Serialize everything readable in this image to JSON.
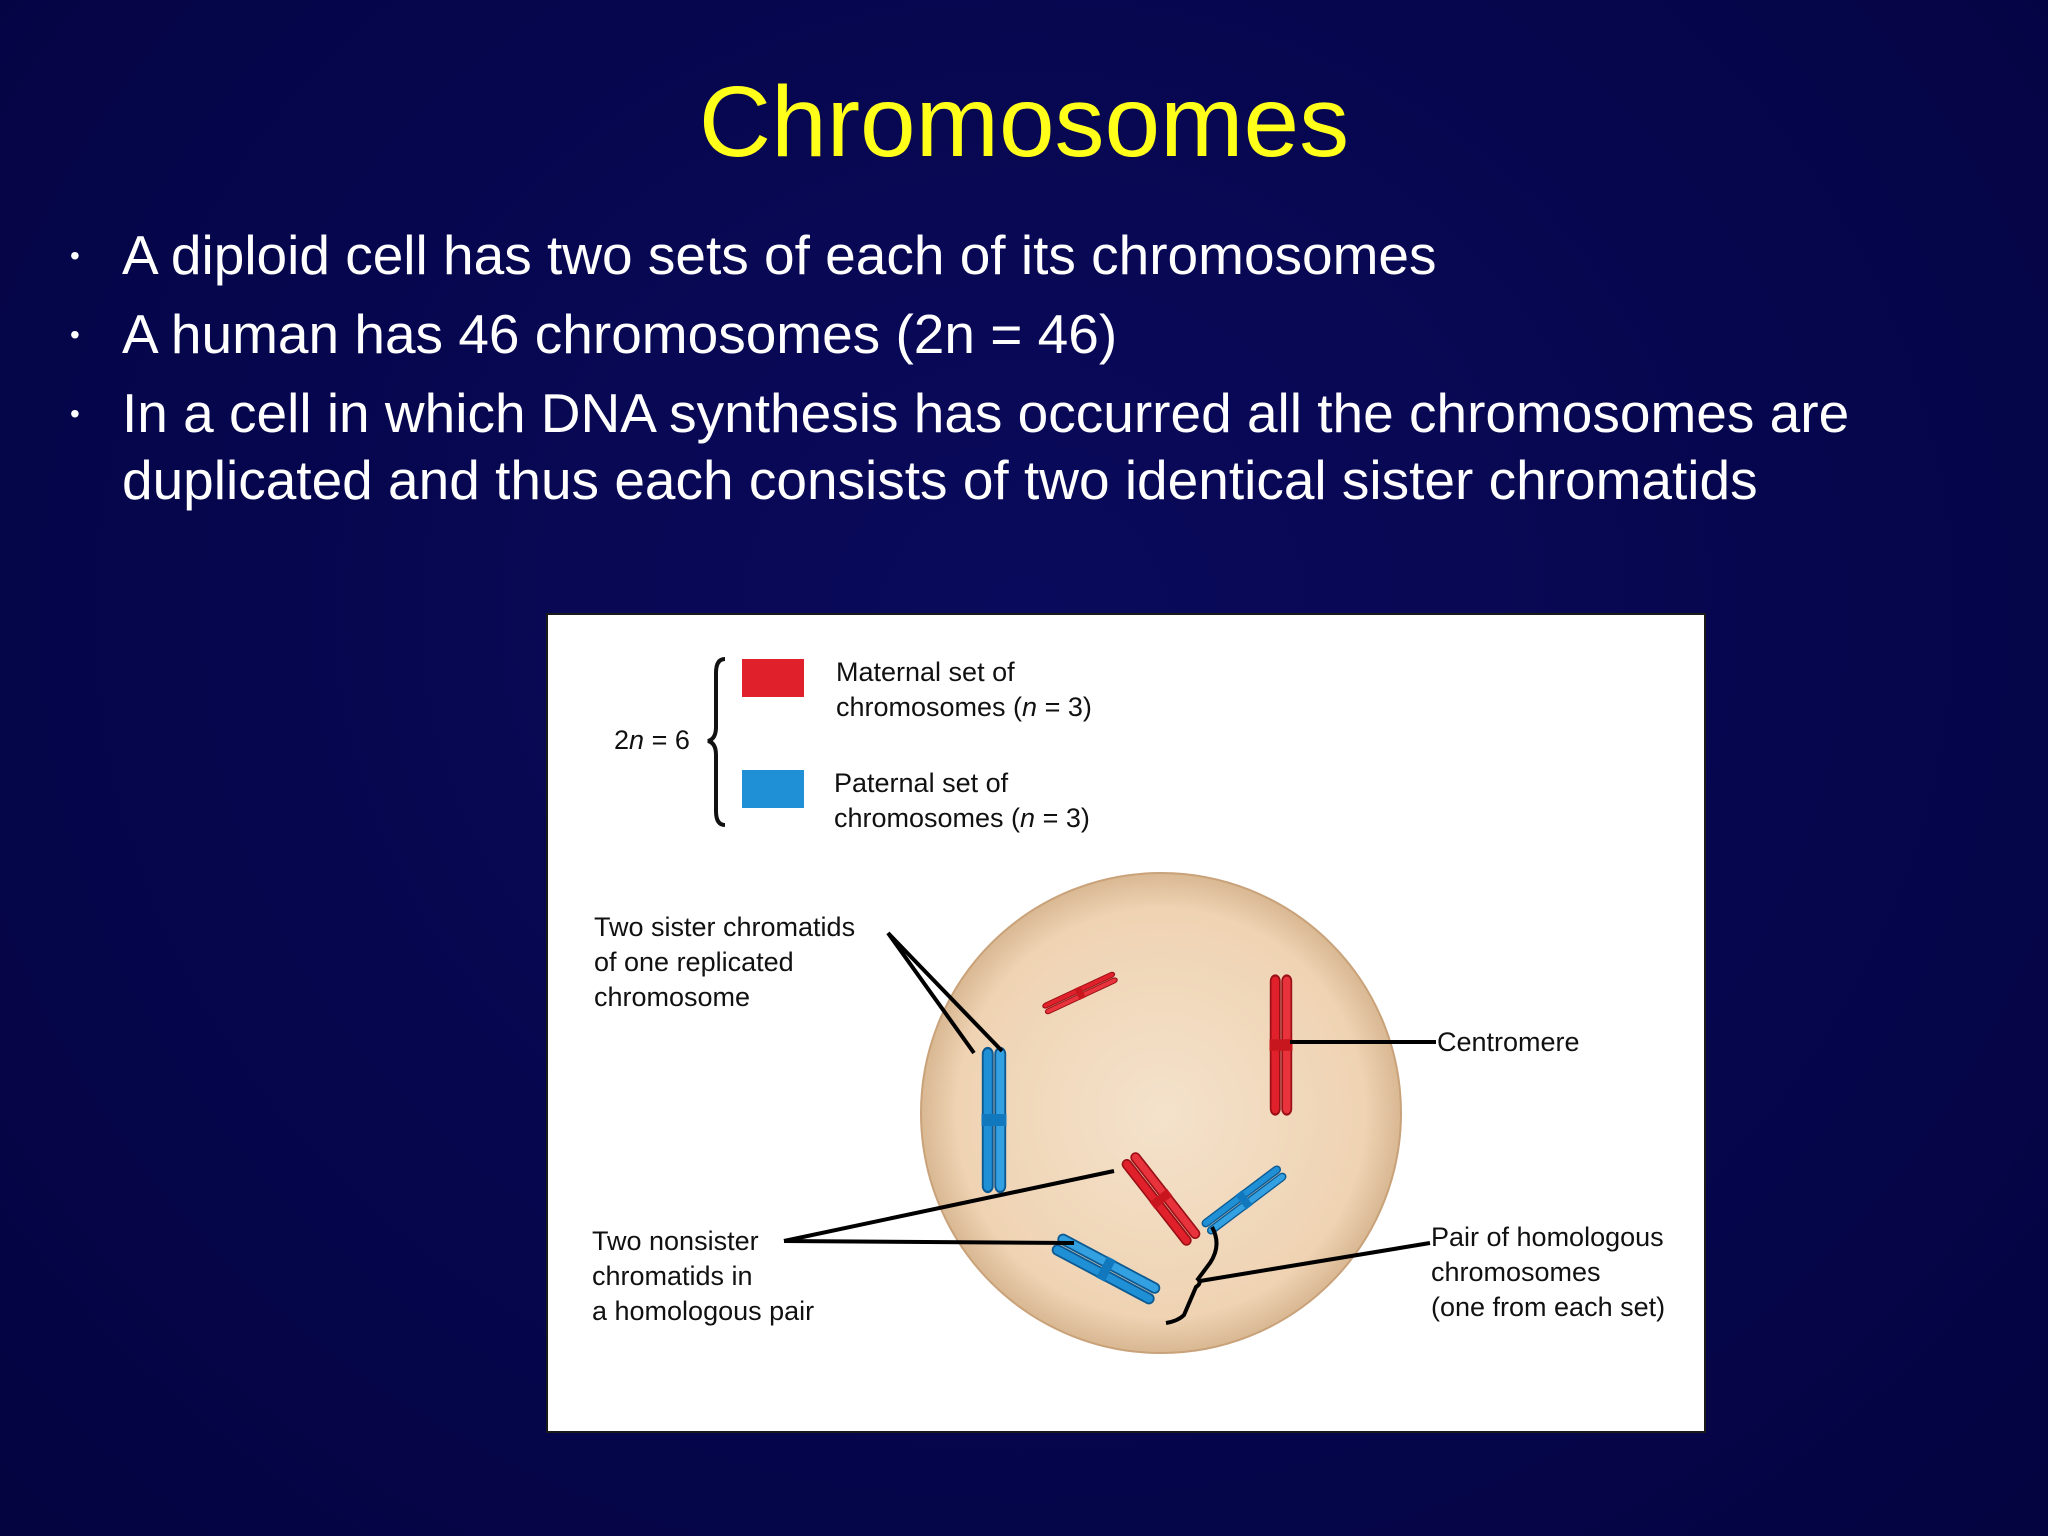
{
  "slide": {
    "title": "Chromosomes",
    "bullets": [
      "A diploid cell has two sets of each of its chromosomes",
      "A human has 46 chromosomes (2n = 46)",
      "In a cell in which DNA synthesis has occurred all the chromosomes are duplicated and thus each consists of two identical sister chromatids"
    ]
  },
  "figure": {
    "legend": {
      "ploidy_prefix": "2",
      "ploidy_var": "n",
      "ploidy_suffix": " = 6",
      "maternal_line1": "Maternal set of",
      "maternal_line2_prefix": "chromosomes (",
      "maternal_line2_var": "n",
      "maternal_line2_suffix": " = 3)",
      "paternal_line1": "Paternal set of",
      "paternal_line2_prefix": "chromosomes (",
      "paternal_line2_var": "n",
      "paternal_line2_suffix": " = 3)",
      "maternal_color": "#e0202a",
      "paternal_color": "#1f8fd6"
    },
    "labels": {
      "sister_line1": "Two sister chromatids",
      "sister_line2": "of one replicated",
      "sister_line3": "chromosome",
      "centromere": "Centromere",
      "nonsister_line1": "Two nonsister",
      "nonsister_line2": "chromatids in",
      "nonsister_line3": "a homologous pair",
      "homolog_line1": "Pair of homologous",
      "homolog_line2": "chromosomes",
      "homolog_line3": "(one from each set)"
    },
    "cell_color": "#f2d9bd"
  }
}
